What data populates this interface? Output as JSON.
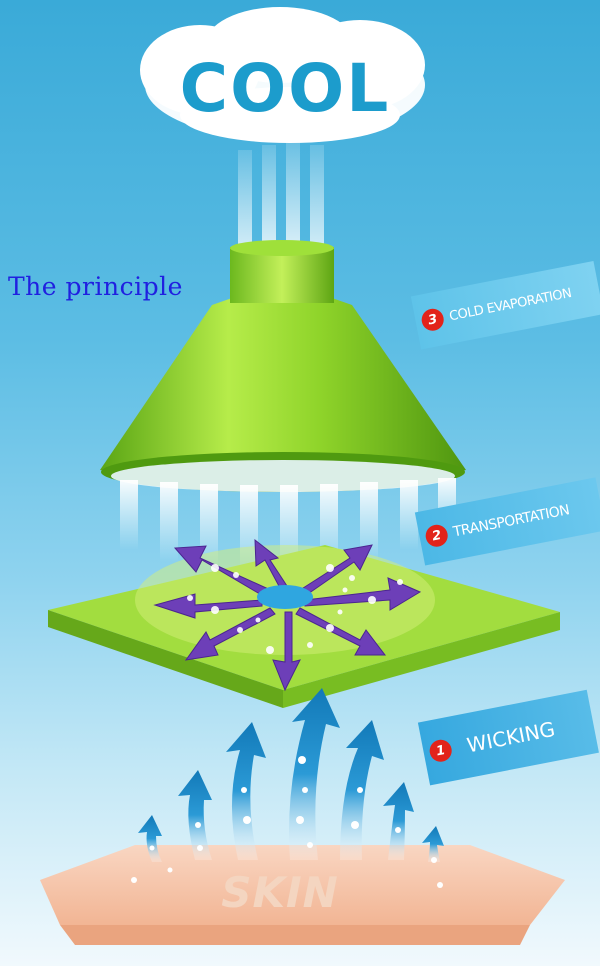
{
  "overlay_title": "The principle",
  "cool_label": "COOL",
  "skin_label": "SKIN",
  "steps": [
    {
      "number": "3",
      "label": "COLD EVAPORATION"
    },
    {
      "number": "2",
      "label": "TRANSPORTATION"
    },
    {
      "number": "1",
      "label": "WICKING"
    }
  ],
  "colors": {
    "sky": "#3aaad8",
    "funnel_green": "#7ccf1c",
    "fabric_green": "#9bd83a",
    "arrow_purple": "#6d3fb8",
    "arrow_blue": "#1e8fcf",
    "badge_red": "#e2231a",
    "skin": "#f6c7ab"
  }
}
